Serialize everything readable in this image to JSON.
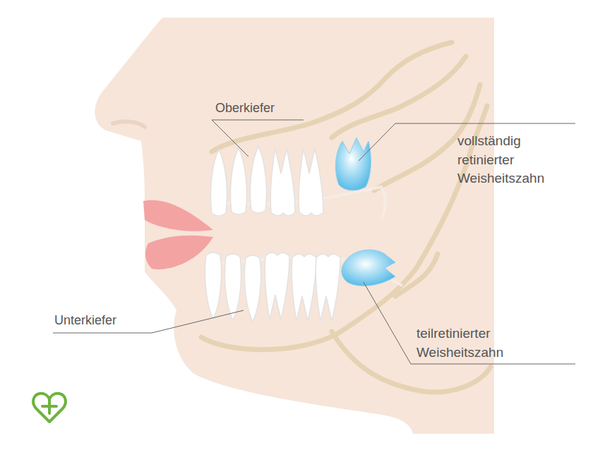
{
  "diagram": {
    "labels": [
      "Oberkiefer",
      "vollständig retinierter Weisheitszahn",
      "Unterkiefer",
      "teilretinierter Weisheitszahn"
    ]
  }
}
